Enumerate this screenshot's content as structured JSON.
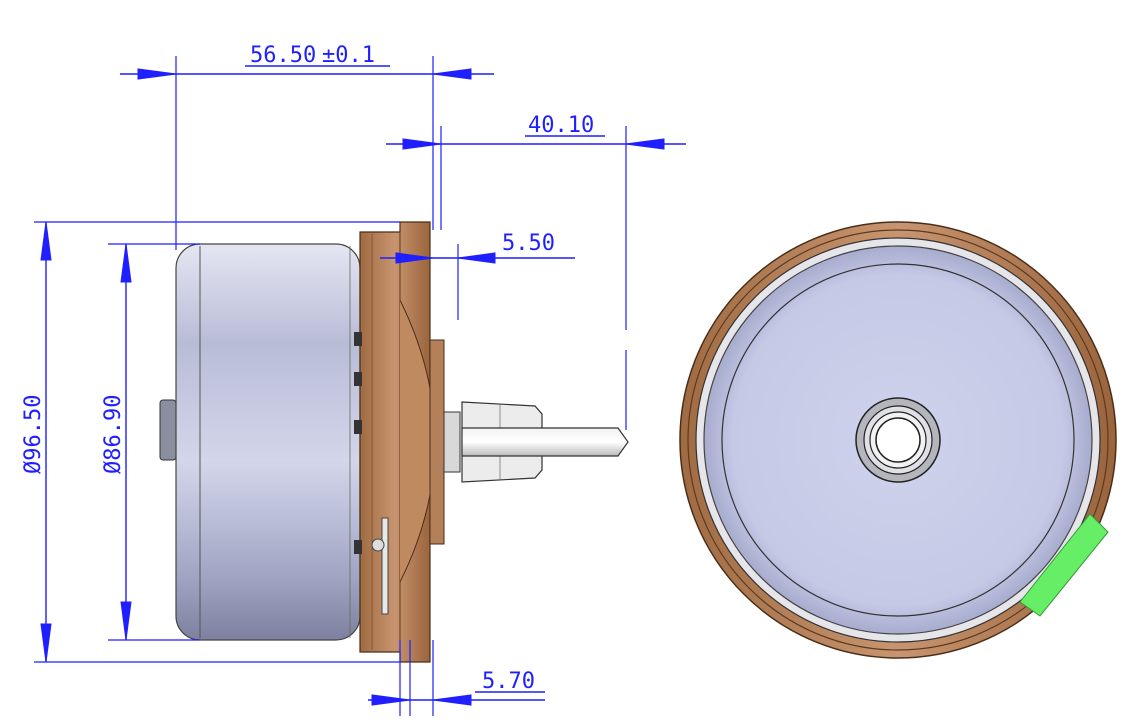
{
  "dimensions": {
    "overall_length": "56.50",
    "tolerance": "±0.1",
    "shaft_extension": "40.10",
    "flange_to_hub": "5.50",
    "flange_thickness": "5.70",
    "outer_diameter": "Ø96.50",
    "body_diameter": "Ø86.90"
  },
  "colors": {
    "dimension": "#1f1fff",
    "flange": "#b07a50",
    "body": "#c9cce4",
    "terminal": "#66ee66"
  }
}
